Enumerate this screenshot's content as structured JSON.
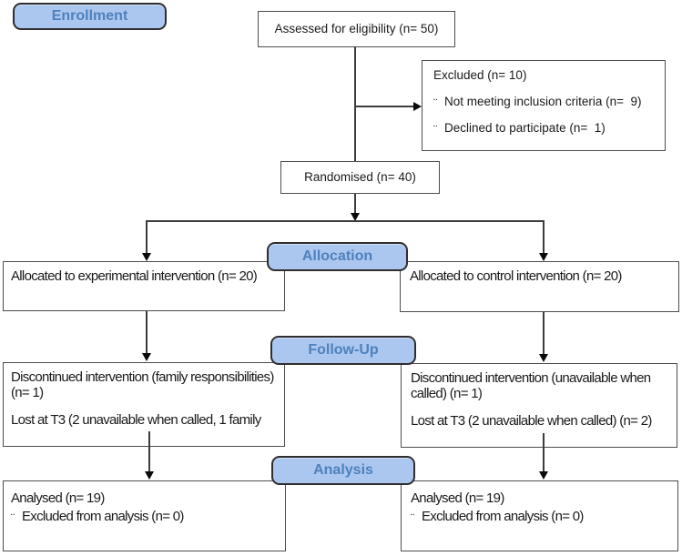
{
  "diagram": {
    "type": "consort-flow",
    "bullet": "¨",
    "stages": {
      "enrollment": "Enrollment",
      "allocation": "Allocation",
      "followup": "Follow-Up",
      "analysis": "Analysis"
    },
    "boxes": {
      "assessed": {
        "text": "Assessed for eligibility (n= 50)"
      },
      "excluded": {
        "title": "Excluded (n= 10)",
        "items": [
          "Not meeting inclusion criteria (n=  9)",
          "Declined to participate (n=  1)"
        ]
      },
      "randomised": {
        "text": "Randomised (n= 40)"
      },
      "allocation_left": {
        "text": "Allocated to experimental intervention (n= 20)"
      },
      "allocation_right": {
        "text": "Allocated to control intervention (n= 20)"
      },
      "followup_left": {
        "line1": "Discontinued intervention (family responsibilities) (n= 1)",
        "line2": "Lost at T3 (2 unavailable when called, 1 family"
      },
      "followup_right": {
        "line1": "Discontinued intervention (unavailable when called) (n= 1)",
        "line2": "Lost at T3 (2 unavailable when called) (n= 2)"
      },
      "analysis_left": {
        "title": "Analysed (n= 19)",
        "items": [
          "Excluded from analysis (n= 0)"
        ]
      },
      "analysis_right": {
        "title": "Analysed (n= 19)",
        "items": [
          "Excluded from analysis (n= 0)"
        ]
      }
    },
    "colors": {
      "label_fill": "#abc7f0",
      "label_text": "#4e81bd",
      "label_border": "#2e2e2e",
      "box_border": "#4d4d4d",
      "connector": "#3c3c3c",
      "arrow": "#0a0a0a",
      "text": "#1a1a1a"
    }
  }
}
